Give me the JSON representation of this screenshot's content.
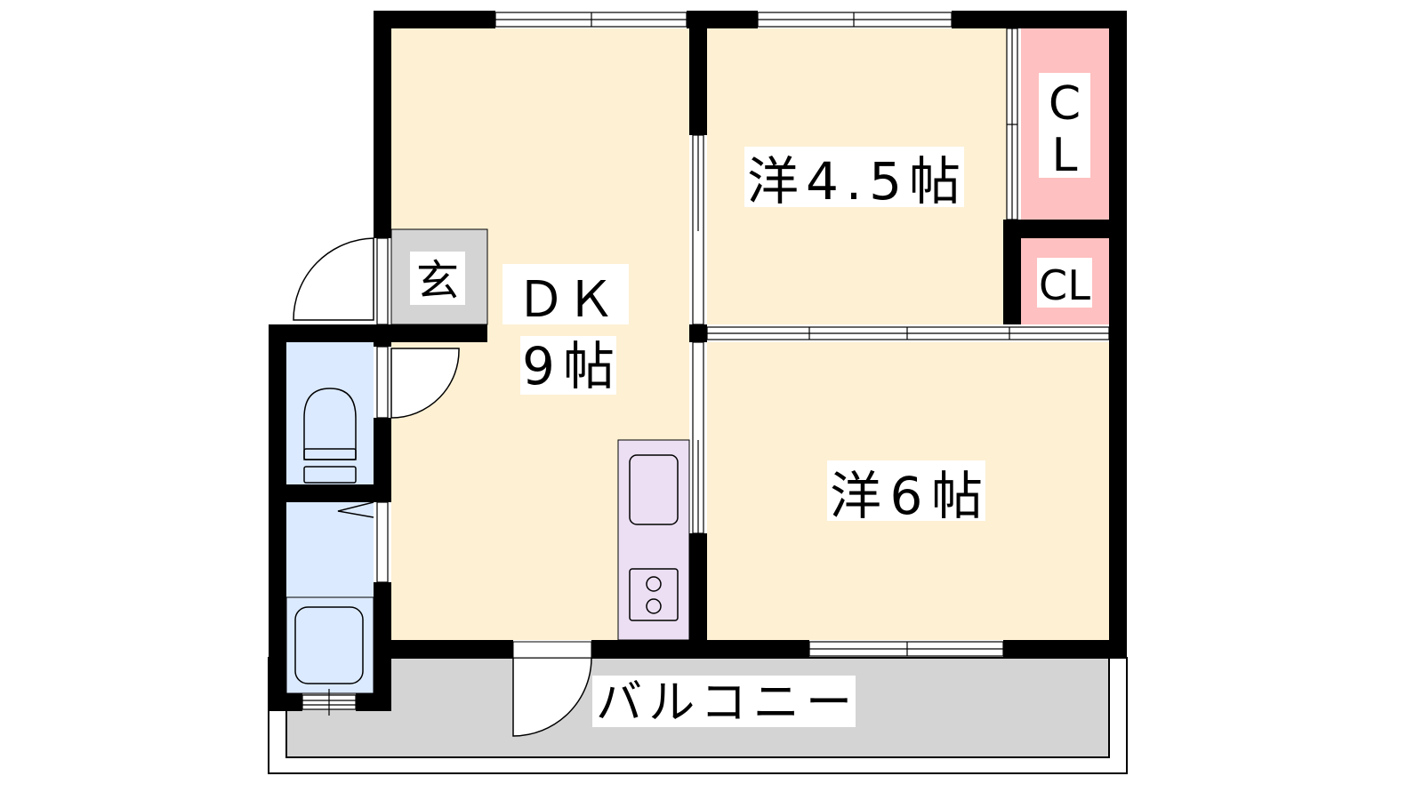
{
  "rooms": {
    "dk": {
      "name": "ＤＫ",
      "size": "9帖"
    },
    "western1": {
      "label": "洋4.5帖"
    },
    "western2": {
      "label": "洋6帖"
    },
    "entrance": {
      "label": "玄"
    },
    "closet1": {
      "line1": "C",
      "line2": "L"
    },
    "closet2": {
      "label": "CL"
    },
    "balcony": {
      "label": "バルコニー"
    }
  },
  "colors": {
    "room": "#fdf0d3",
    "closet": "#fec0c0",
    "wet": "#dbeafe",
    "kitchen": "#ecdff3",
    "gray": "#d4d4d4",
    "wall": "#000000"
  }
}
